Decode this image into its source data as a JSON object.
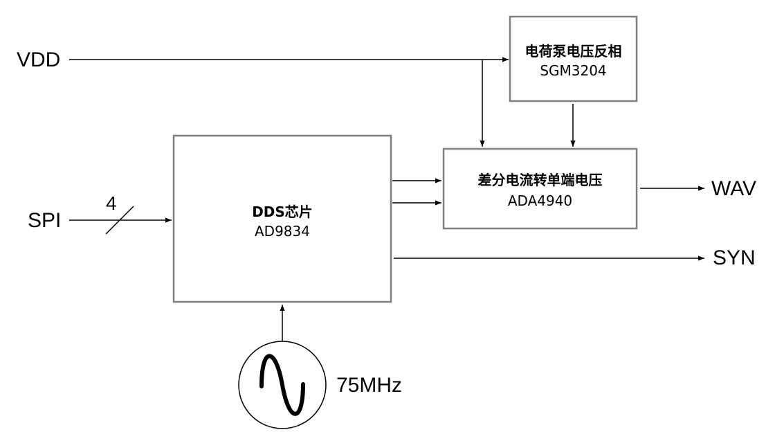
{
  "signals": {
    "vdd": "VDD",
    "spi": "SPI",
    "spi_width": "4",
    "wav": "WAV",
    "syn": "SYN",
    "clock": "75MHz"
  },
  "blocks": {
    "charge_pump": {
      "title": "电荷泵电压反相",
      "part": "SGM3204"
    },
    "diff_amp": {
      "title": "差分电流转单端电压",
      "part": "ADA4940"
    },
    "dds": {
      "title": "DDS芯片",
      "part": "AD9834"
    }
  },
  "colors": {
    "box_border": "#7f7f7f",
    "line": "#000000",
    "text": "#000000"
  }
}
